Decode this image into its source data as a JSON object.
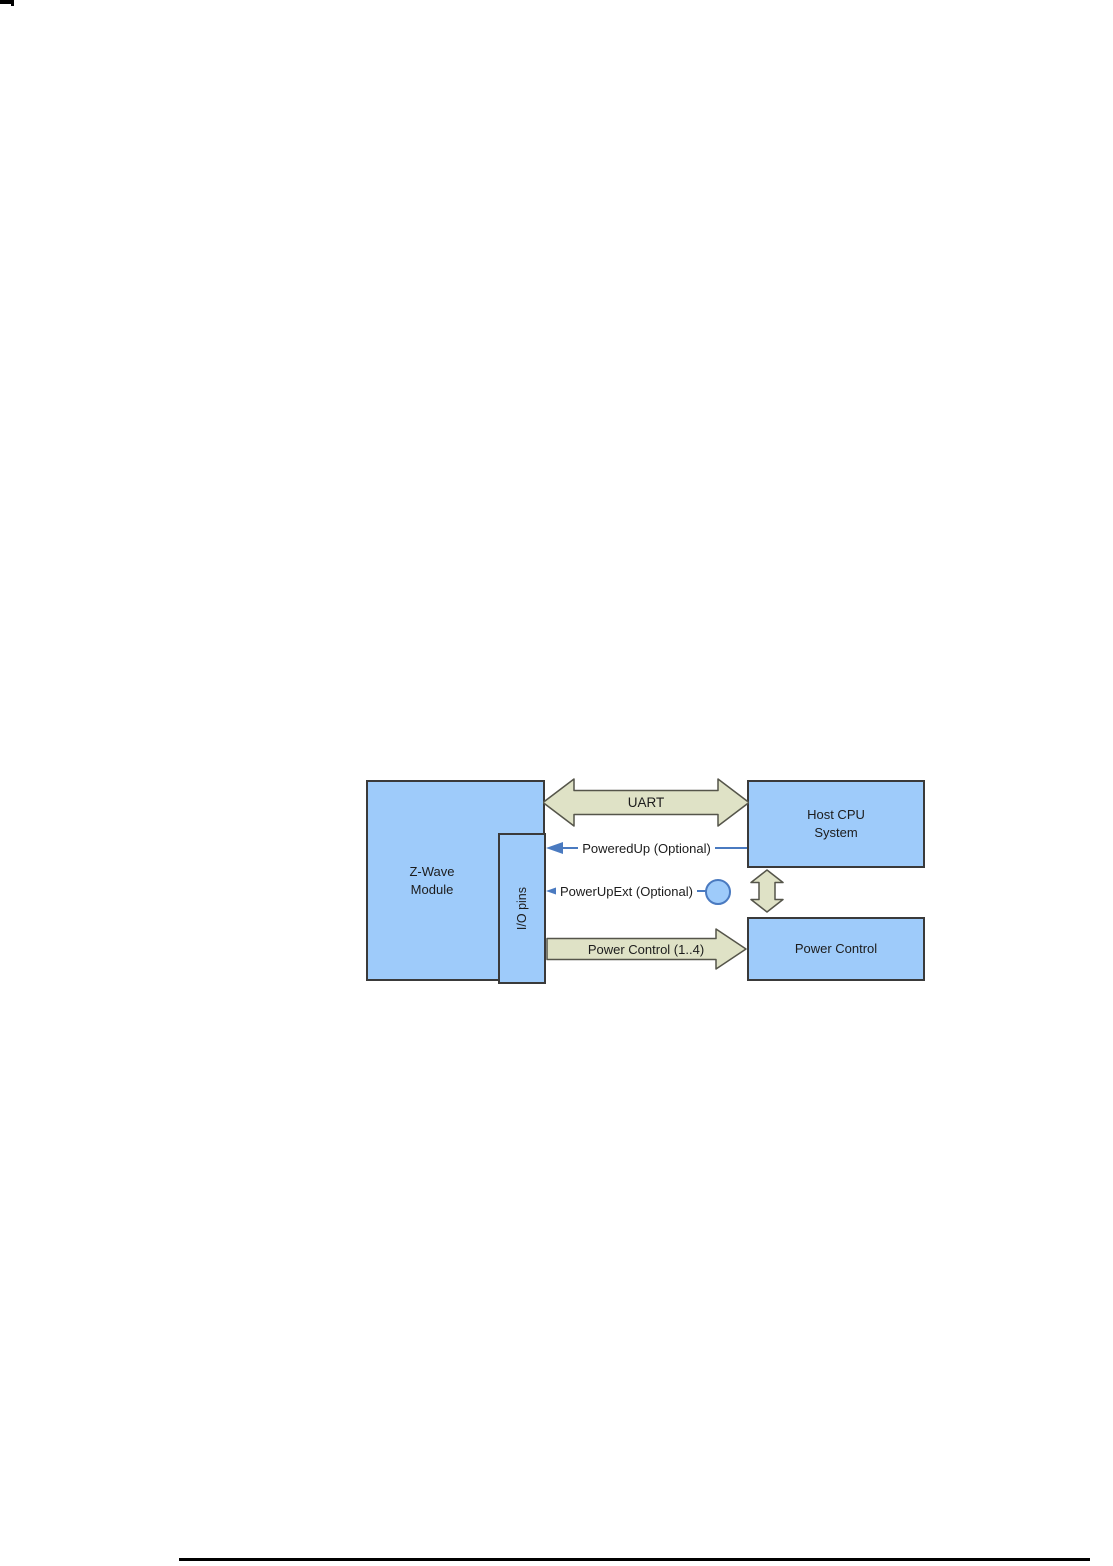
{
  "diagram": {
    "zwave_module": {
      "line1": "Z-Wave",
      "line2": "Module"
    },
    "io_pins": {
      "label": "I/O pins"
    },
    "host_cpu": {
      "line1": "Host CPU",
      "line2": "System"
    },
    "power_control_box": {
      "label": "Power Control"
    },
    "uart": {
      "label": "UART"
    },
    "powered_up": {
      "label": "PoweredUp (Optional)"
    },
    "power_up_ext": {
      "label": "PowerUpExt (Optional)"
    },
    "power_control_arrow": {
      "label": "Power Control (1..4)"
    },
    "colors": {
      "box_fill": "#9ECBFA",
      "box_border": "#3A3A3A",
      "block_arrow_fill": "#DFE2C6",
      "block_arrow_border": "#55554A",
      "signal_blue": "#4A7AC0",
      "text": "#1C1C1C",
      "rule": "#000000"
    }
  }
}
